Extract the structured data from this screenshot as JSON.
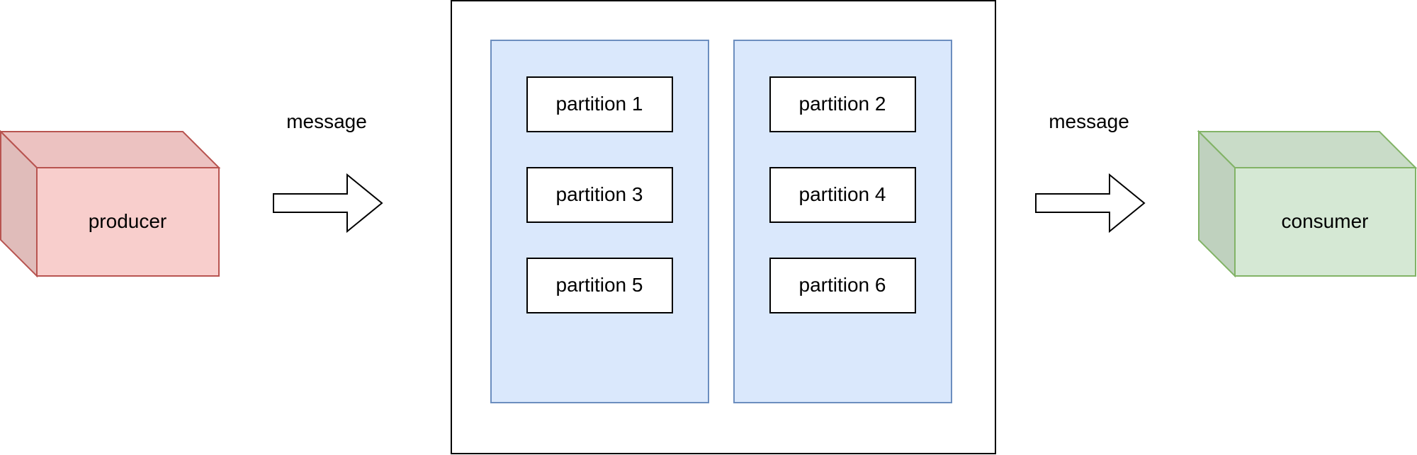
{
  "producer": {
    "label": "producer",
    "fill": "#f8cecc",
    "side_fill": "#e0bcba",
    "stroke": "#b85450"
  },
  "consumer": {
    "label": "consumer",
    "fill": "#d5e8d4",
    "side_fill": "#bfd1be",
    "stroke": "#82b366"
  },
  "arrows": {
    "left_label": "message",
    "right_label": "message"
  },
  "broker": {
    "stroke": "#000000",
    "groups": [
      {
        "fill": "#dae8fc",
        "stroke": "#6c8ebf",
        "partitions": [
          "partition 1",
          "partition 3",
          "partition 5"
        ]
      },
      {
        "fill": "#dae8fc",
        "stroke": "#6c8ebf",
        "partitions": [
          "partition 2",
          "partition 4",
          "partition 6"
        ]
      }
    ]
  }
}
